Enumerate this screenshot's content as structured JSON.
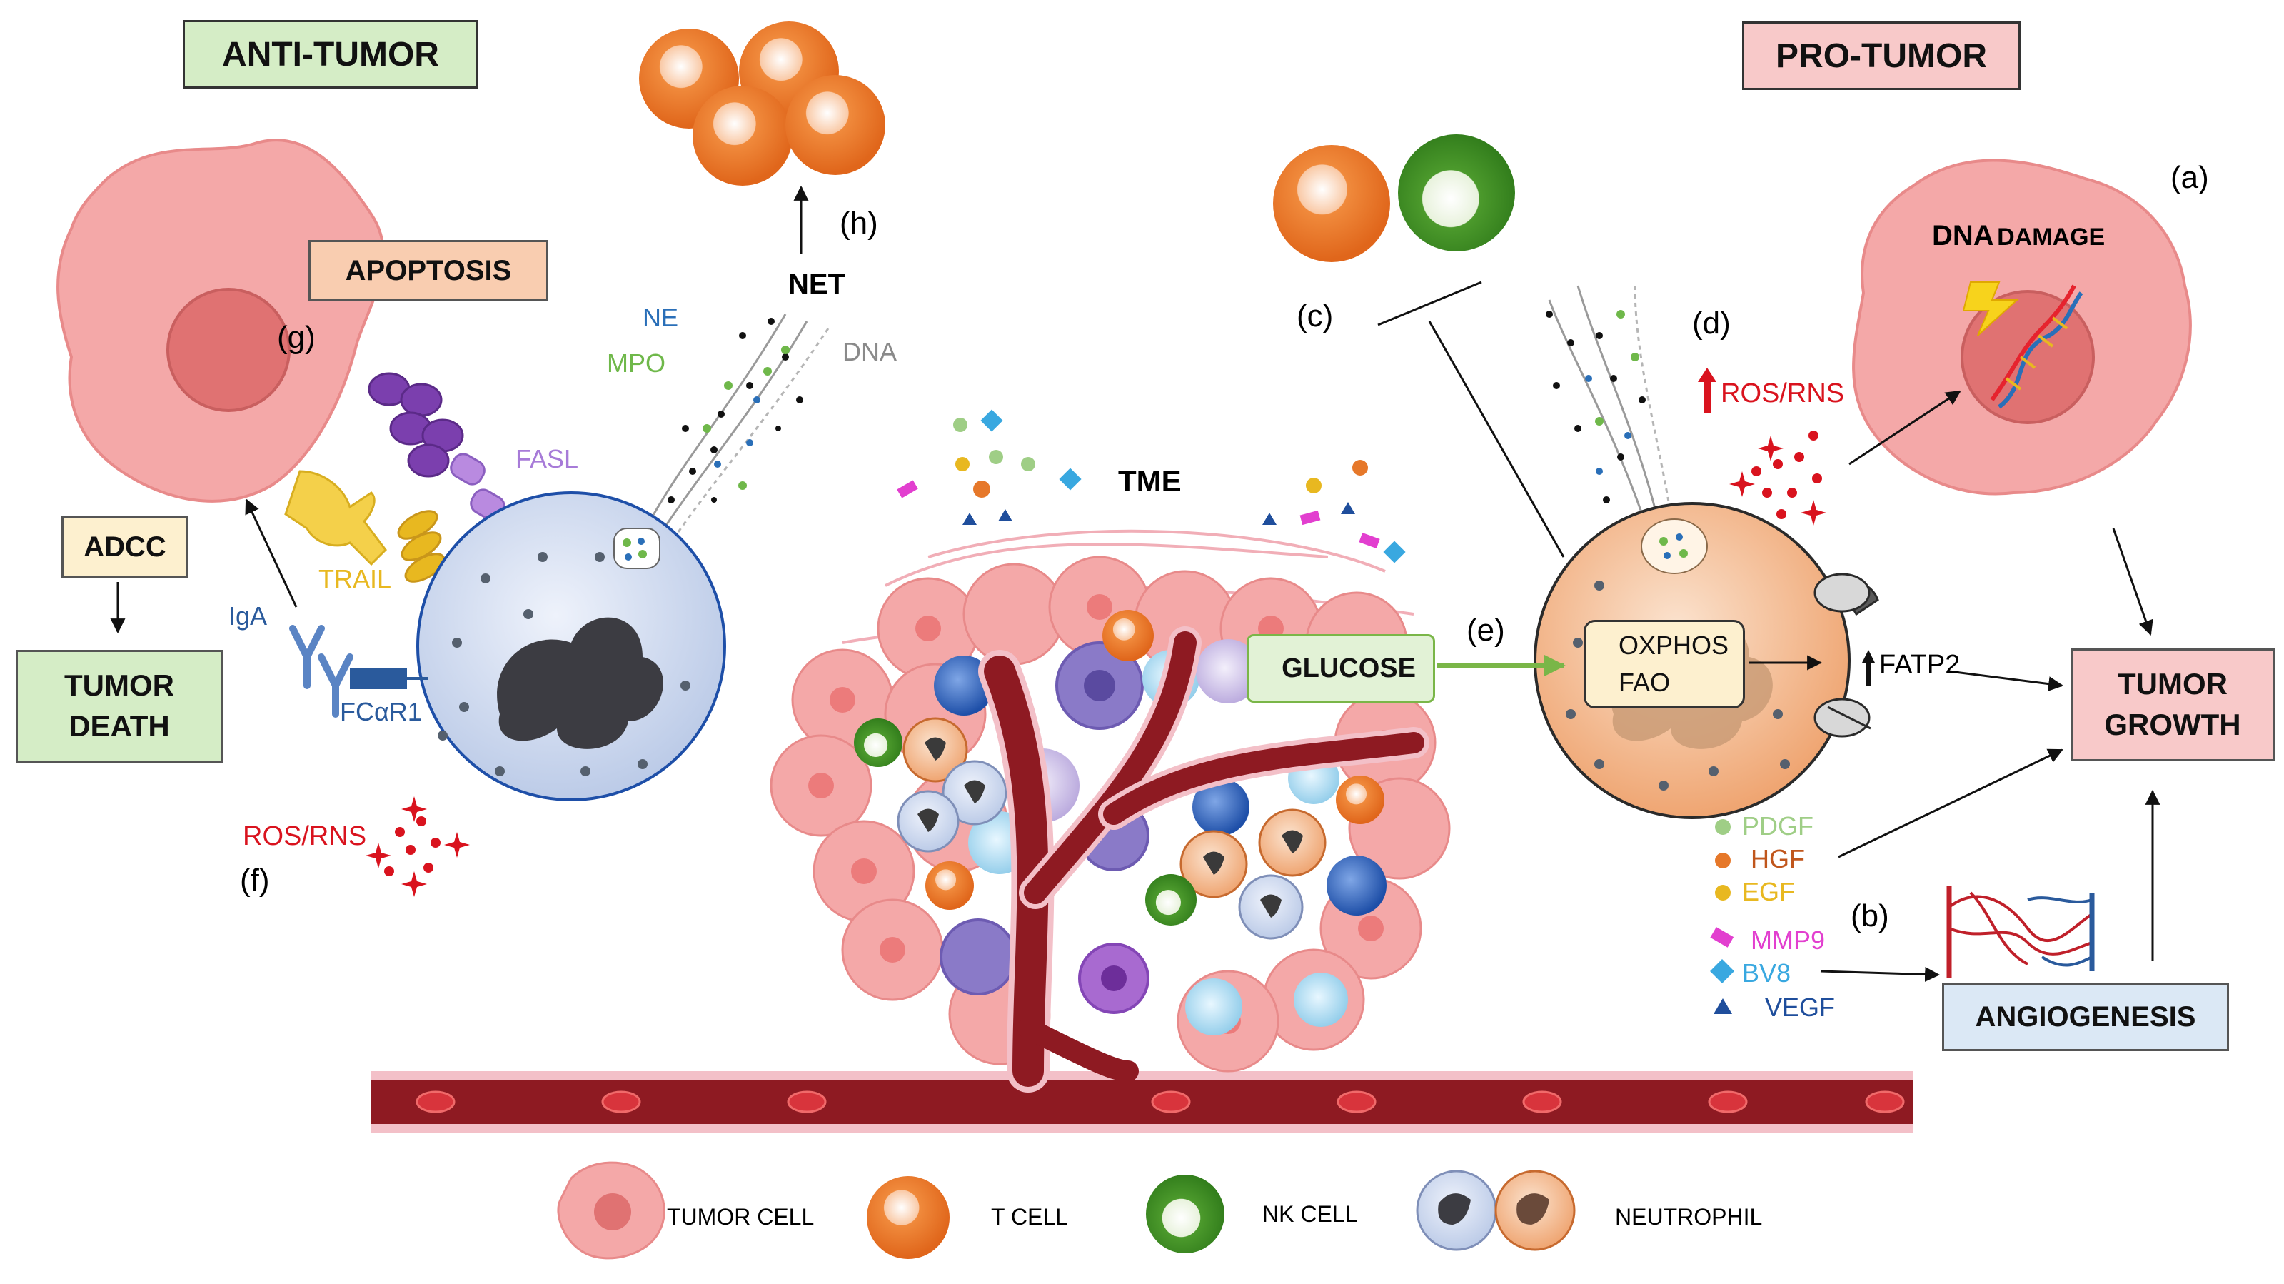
{
  "headers": {
    "anti_tumor": "ANTI-TUMOR",
    "pro_tumor": "PRO-TUMOR"
  },
  "boxes": {
    "apoptosis": "APOPTOSIS",
    "adcc": "ADCC",
    "tumor_death_line1": "TUMOR",
    "tumor_death_line2": "DEATH",
    "tumor_growth_line1": "TUMOR",
    "tumor_growth_line2": "GROWTH",
    "angiogenesis": "ANGIOGENESIS",
    "glucose": "GLUCOSE",
    "oxphos": "OXPHOS",
    "fao": "FAO"
  },
  "labels": {
    "a": "(a)",
    "b": "(b)",
    "c": "(c)",
    "d": "(d)",
    "e": "(e)",
    "f": "(f)",
    "g": "(g)",
    "h": "(h)",
    "dna_damage_part1": "DNA",
    "dna_damage_part2": "DAMAGE",
    "net": "NET",
    "ne": "NE",
    "mpo": "MPO",
    "dna": "DNA",
    "fasl": "FASL",
    "trail": "TRAIL",
    "iga": "IgA",
    "fcar1": "FCαR1",
    "ros_left": "ROS/RNS",
    "ros_right": "ROS/RNS",
    "tme": "TME",
    "fatp2": "FATP2"
  },
  "factors": [
    {
      "name": "PDGF",
      "color": "#9fce86",
      "shape": "circle"
    },
    {
      "name": "HGF",
      "color": "#e6782a",
      "shape": "circle"
    },
    {
      "name": "EGF",
      "color": "#e8b820",
      "shape": "circle"
    },
    {
      "name": "MMP9",
      "color": "#e23fcf",
      "shape": "rect"
    },
    {
      "name": "BV8",
      "color": "#39a8e0",
      "shape": "diamond"
    },
    {
      "name": "VEGF",
      "color": "#1f4e9c",
      "shape": "triangle"
    }
  ],
  "legend": [
    {
      "label": "TUMOR CELL",
      "icon": "tumor-cell-icon"
    },
    {
      "label": "T CELL",
      "icon": "t-cell-icon"
    },
    {
      "label": "NK CELL",
      "icon": "nk-cell-icon"
    },
    {
      "label": "NEUTROPHIL",
      "icon": "neutrophil-icon"
    }
  ],
  "colors": {
    "anti_green": "#d5edc6",
    "pro_pink": "#f8c9c9",
    "apoptosis_peach": "#f9cdb0",
    "adcc_cream": "#fdf0cf",
    "angio_blue": "#dbe8f5",
    "glucose_green": "#e2f2d6",
    "tumor_pink": "#f4a8a8",
    "vessel": "#8e1a22",
    "ros_red": "#d9131e",
    "arrow_green": "#7ab648"
  }
}
